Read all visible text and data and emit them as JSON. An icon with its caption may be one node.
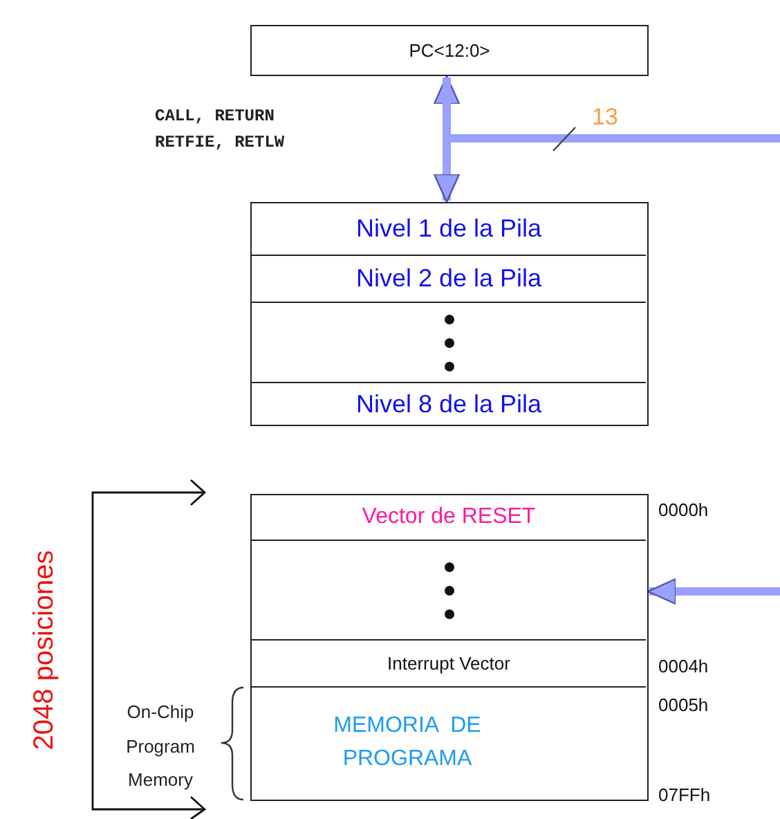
{
  "diagram": {
    "nodes": [
      {
        "text": [
          "PC<12:0>"
        ]
      },
      {
        "text": [],
        "shape": "box"
      },
      {
        "text": [
          "Nivel 1 de la Pila"
        ],
        "in": 1
      },
      {
        "text": [
          "Nivel 2 de la Pila"
        ],
        "in": 1
      },
      {
        "text": [],
        "shape": "box",
        "in": 1
      },
      {
        "text": [
          "Nivel 8 de la Pila"
        ],
        "in": 1
      },
      {
        "text": [],
        "shape": "box"
      },
      {
        "text": [
          "Vector de RESET"
        ],
        "in": 6,
        "beside": [
          "0000h"
        ]
      },
      {
        "text": [],
        "shape": "box",
        "in": 6
      },
      {
        "text": [
          "Interrupt Vector"
        ],
        "in": 6,
        "beside": [
          "0004h"
        ]
      },
      {
        "text": [
          "MEMORIA  DE PROGRAMA"
        ],
        "in": 6,
        "beside": [
          "0005h",
          "07FFh"
        ]
      }
    ],
    "edges": [
      {
        "from": 0,
        "to": 1,
        "arrow": "both"
      },
      {
        "from": 0,
        "to": null,
        "arrow": "none"
      },
      {
        "from": null,
        "to": 8,
        "arrow": "to"
      }
    ],
    "labels": [
      "CALL, RETURN RETFIE, RETLW",
      "13",
      "2048 posiciones",
      "On-Chip Program Memory"
    ]
  }
}
